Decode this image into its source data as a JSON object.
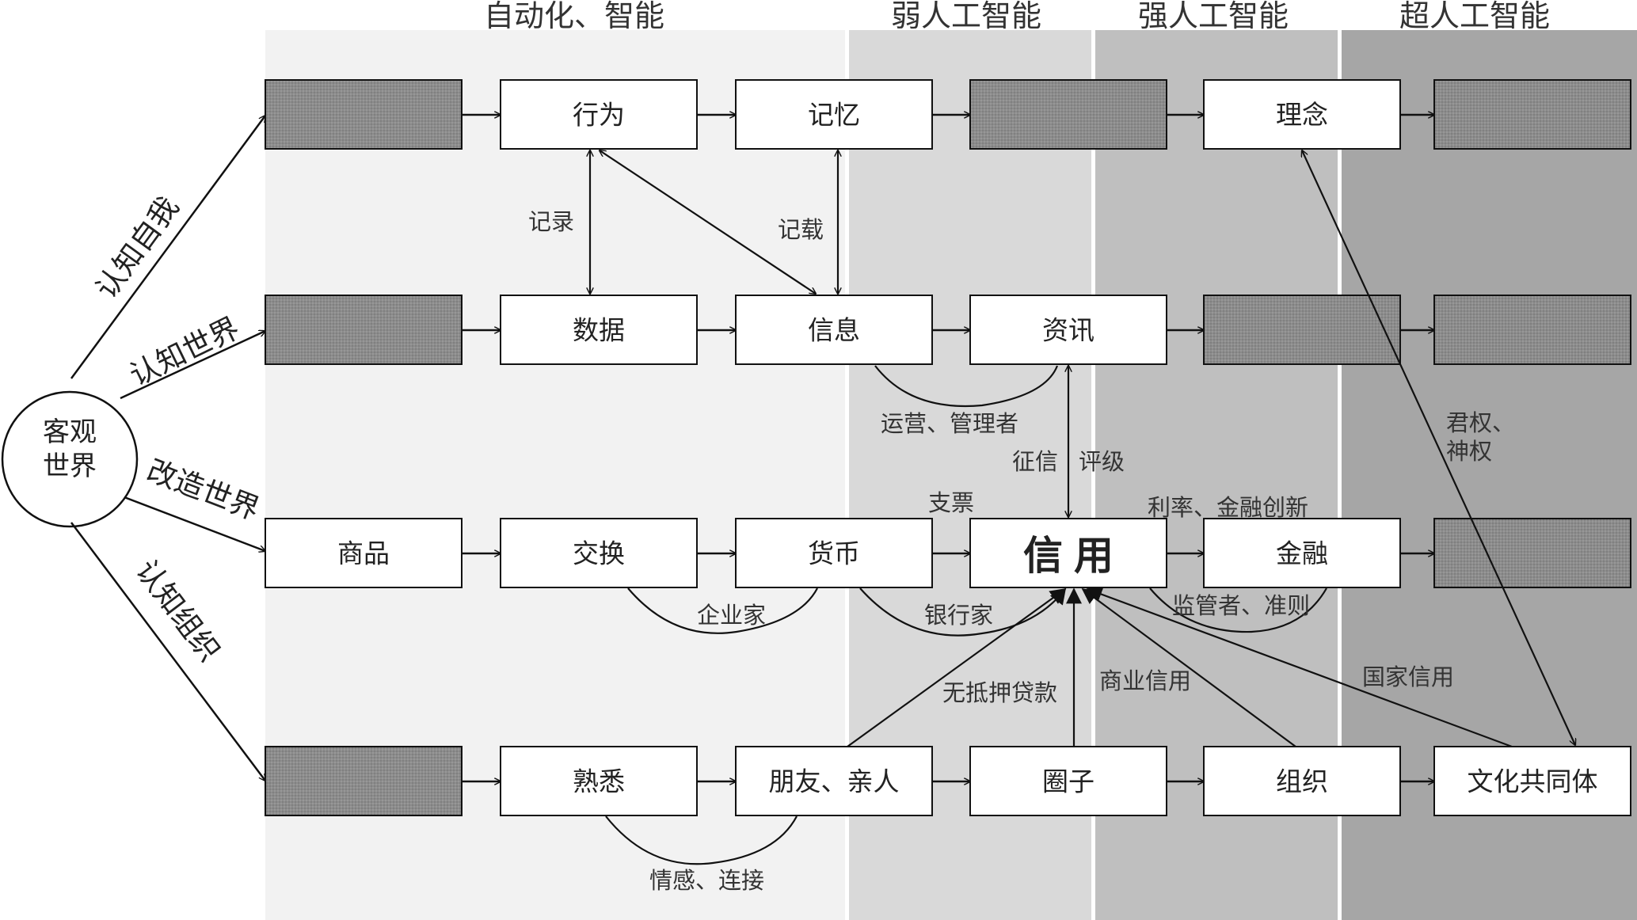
{
  "bands": [
    {
      "title": "自动化、智能"
    },
    {
      "title": "弱人工智能"
    },
    {
      "title": "强人工智能"
    },
    {
      "title": "超人工智能"
    }
  ],
  "origin": {
    "line1": "客观",
    "line2": "世界"
  },
  "branches": {
    "self": "认知自我",
    "world": "认知世界",
    "transform": "改造世界",
    "org": "认知组织"
  },
  "boxes": {
    "r1c2": "行为",
    "r1c3": "记忆",
    "r1c5": "理念",
    "r2c2": "数据",
    "r2c3": "信息",
    "r2c4": "资讯",
    "r3c1": "商品",
    "r3c2": "交换",
    "r3c3": "货币",
    "r3c4": "信用",
    "r3c5": "金融",
    "r4c2": "熟悉",
    "r4c3": "朋友、亲人",
    "r4c4": "圈子",
    "r4c5": "组织",
    "r4c6": "文化共同体"
  },
  "labels": {
    "record": "记录",
    "carry": "记载",
    "operators": "运营、管理者",
    "credit_check": "征信",
    "rating": "评级",
    "cheque": "支票",
    "interest": "利率、金融创新",
    "entrepreneur": "企业家",
    "banker": "银行家",
    "regulator": "监管者、准则",
    "unsecured": "无抵押贷款",
    "commercial": "商业信用",
    "state": "国家信用",
    "sovereign_1": "君权、",
    "sovereign_2": "神权",
    "emotion": "情感、连接"
  },
  "colors": {
    "band1": "#f2f2f2",
    "band2": "#d9d9d9",
    "band3": "#bfbfbf",
    "band4": "#a6a6a6",
    "hatch": "#8c8c8c",
    "line": "#111111"
  }
}
